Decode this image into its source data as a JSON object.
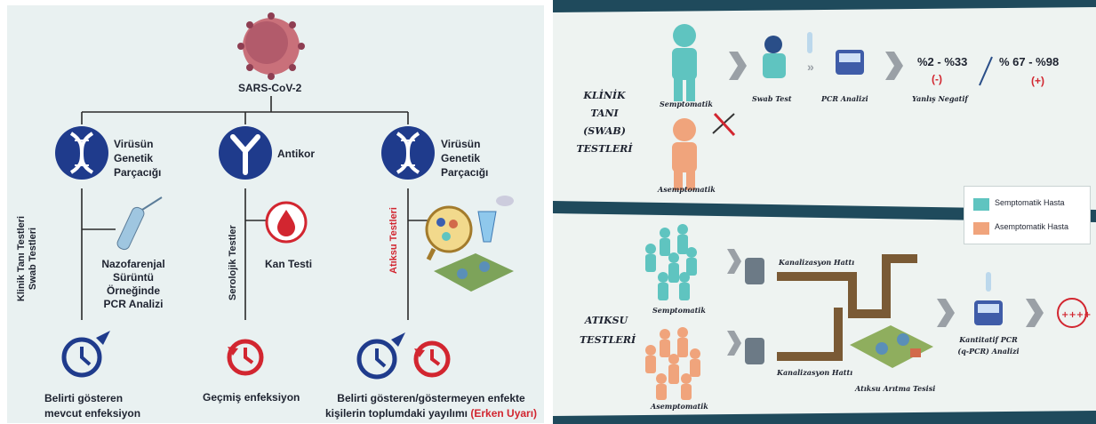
{
  "left": {
    "virus_label": "SARS-CoV-2",
    "branches": [
      {
        "title": [
          "Virüsün",
          "Genetik",
          "Parçacığı"
        ],
        "vertical_label": [
          "Klinik Tanı Testleri",
          "Swab Testleri"
        ],
        "test_label": [
          "Nazofarenjal",
          "Sürüntü",
          "Örneğinde",
          "PCR Analizi"
        ],
        "result": [
          "Belirti gösteren",
          "mevcut enfeksiyon"
        ]
      },
      {
        "title": [
          "Antikor"
        ],
        "vertical_label": [
          "Serolojik Testler"
        ],
        "test_label": [
          "Kan Testi"
        ],
        "result": [
          "Geçmiş enfeksiyon"
        ]
      },
      {
        "title": [
          "Virüsün",
          "Genetik",
          "Parçacığı"
        ],
        "vertical_label": [
          "Atıksu Testleri"
        ],
        "test_label": [],
        "result": [
          "Belirti gösteren/göstermeyen enfekte",
          "kişilerin toplumdaki yayılımı"
        ],
        "result_highlight": "(Erken Uyarı)"
      }
    ]
  },
  "right": {
    "top": {
      "section_title": [
        "KLİNİK TANI",
        "(SWAB)",
        "TESTLERİ"
      ],
      "symptomatic": "Semptomatik",
      "swab": "Swab Test",
      "pcr": "PCR Analizi",
      "false_negative": "Yanlış Negatif",
      "asymptomatic": "Asemptomatik",
      "range_neg": "%2 - %33",
      "sign_neg": "(-)",
      "range_pos": "% 67 - %98",
      "sign_pos": "(+)"
    },
    "legend": {
      "items": [
        {
          "label": "Semptomatik Hasta",
          "color": "#5fc4c0"
        },
        {
          "label": "Asemptomatik Hasta",
          "color": "#f0a47c"
        }
      ]
    },
    "bottom": {
      "section_title": [
        "ATIKSU",
        "TESTLERİ"
      ],
      "symptomatic": "Semptomatik",
      "asymptomatic": "Asemptomatik",
      "sewer_1": "Kanalizasyon Hattı",
      "sewer_2": "Kanalizasyon Hattı",
      "plant": "Atıksu Arıtma Tesisi",
      "qpcr": [
        "Kantitatif PCR",
        "(q-PCR) Analizi"
      ]
    }
  },
  "colors": {
    "navy": "#1f3b8c",
    "red": "#d22630",
    "teal": "#5fc4c0",
    "orange": "#f0a47c",
    "pipe": "#7a5a35"
  }
}
